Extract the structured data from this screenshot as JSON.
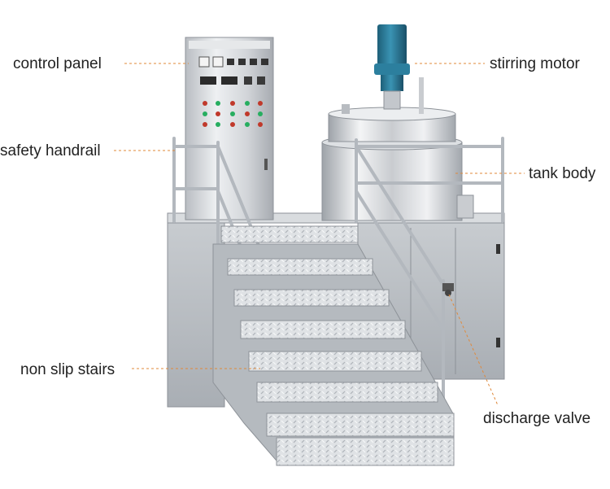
{
  "labels": {
    "control_panel": "control panel",
    "stirring_motor": "stirring motor",
    "safety_handrail": "safety handrail",
    "tank_body": "tank body",
    "non_slip_stairs": "non slip stairs",
    "discharge_valve": "discharge valve"
  },
  "colors": {
    "leader_line": "#e0893a",
    "motor": "#2c7f9e",
    "steel_light": "#e8eaed",
    "steel_mid": "#c3c7cc",
    "steel_dark": "#8d9298"
  }
}
